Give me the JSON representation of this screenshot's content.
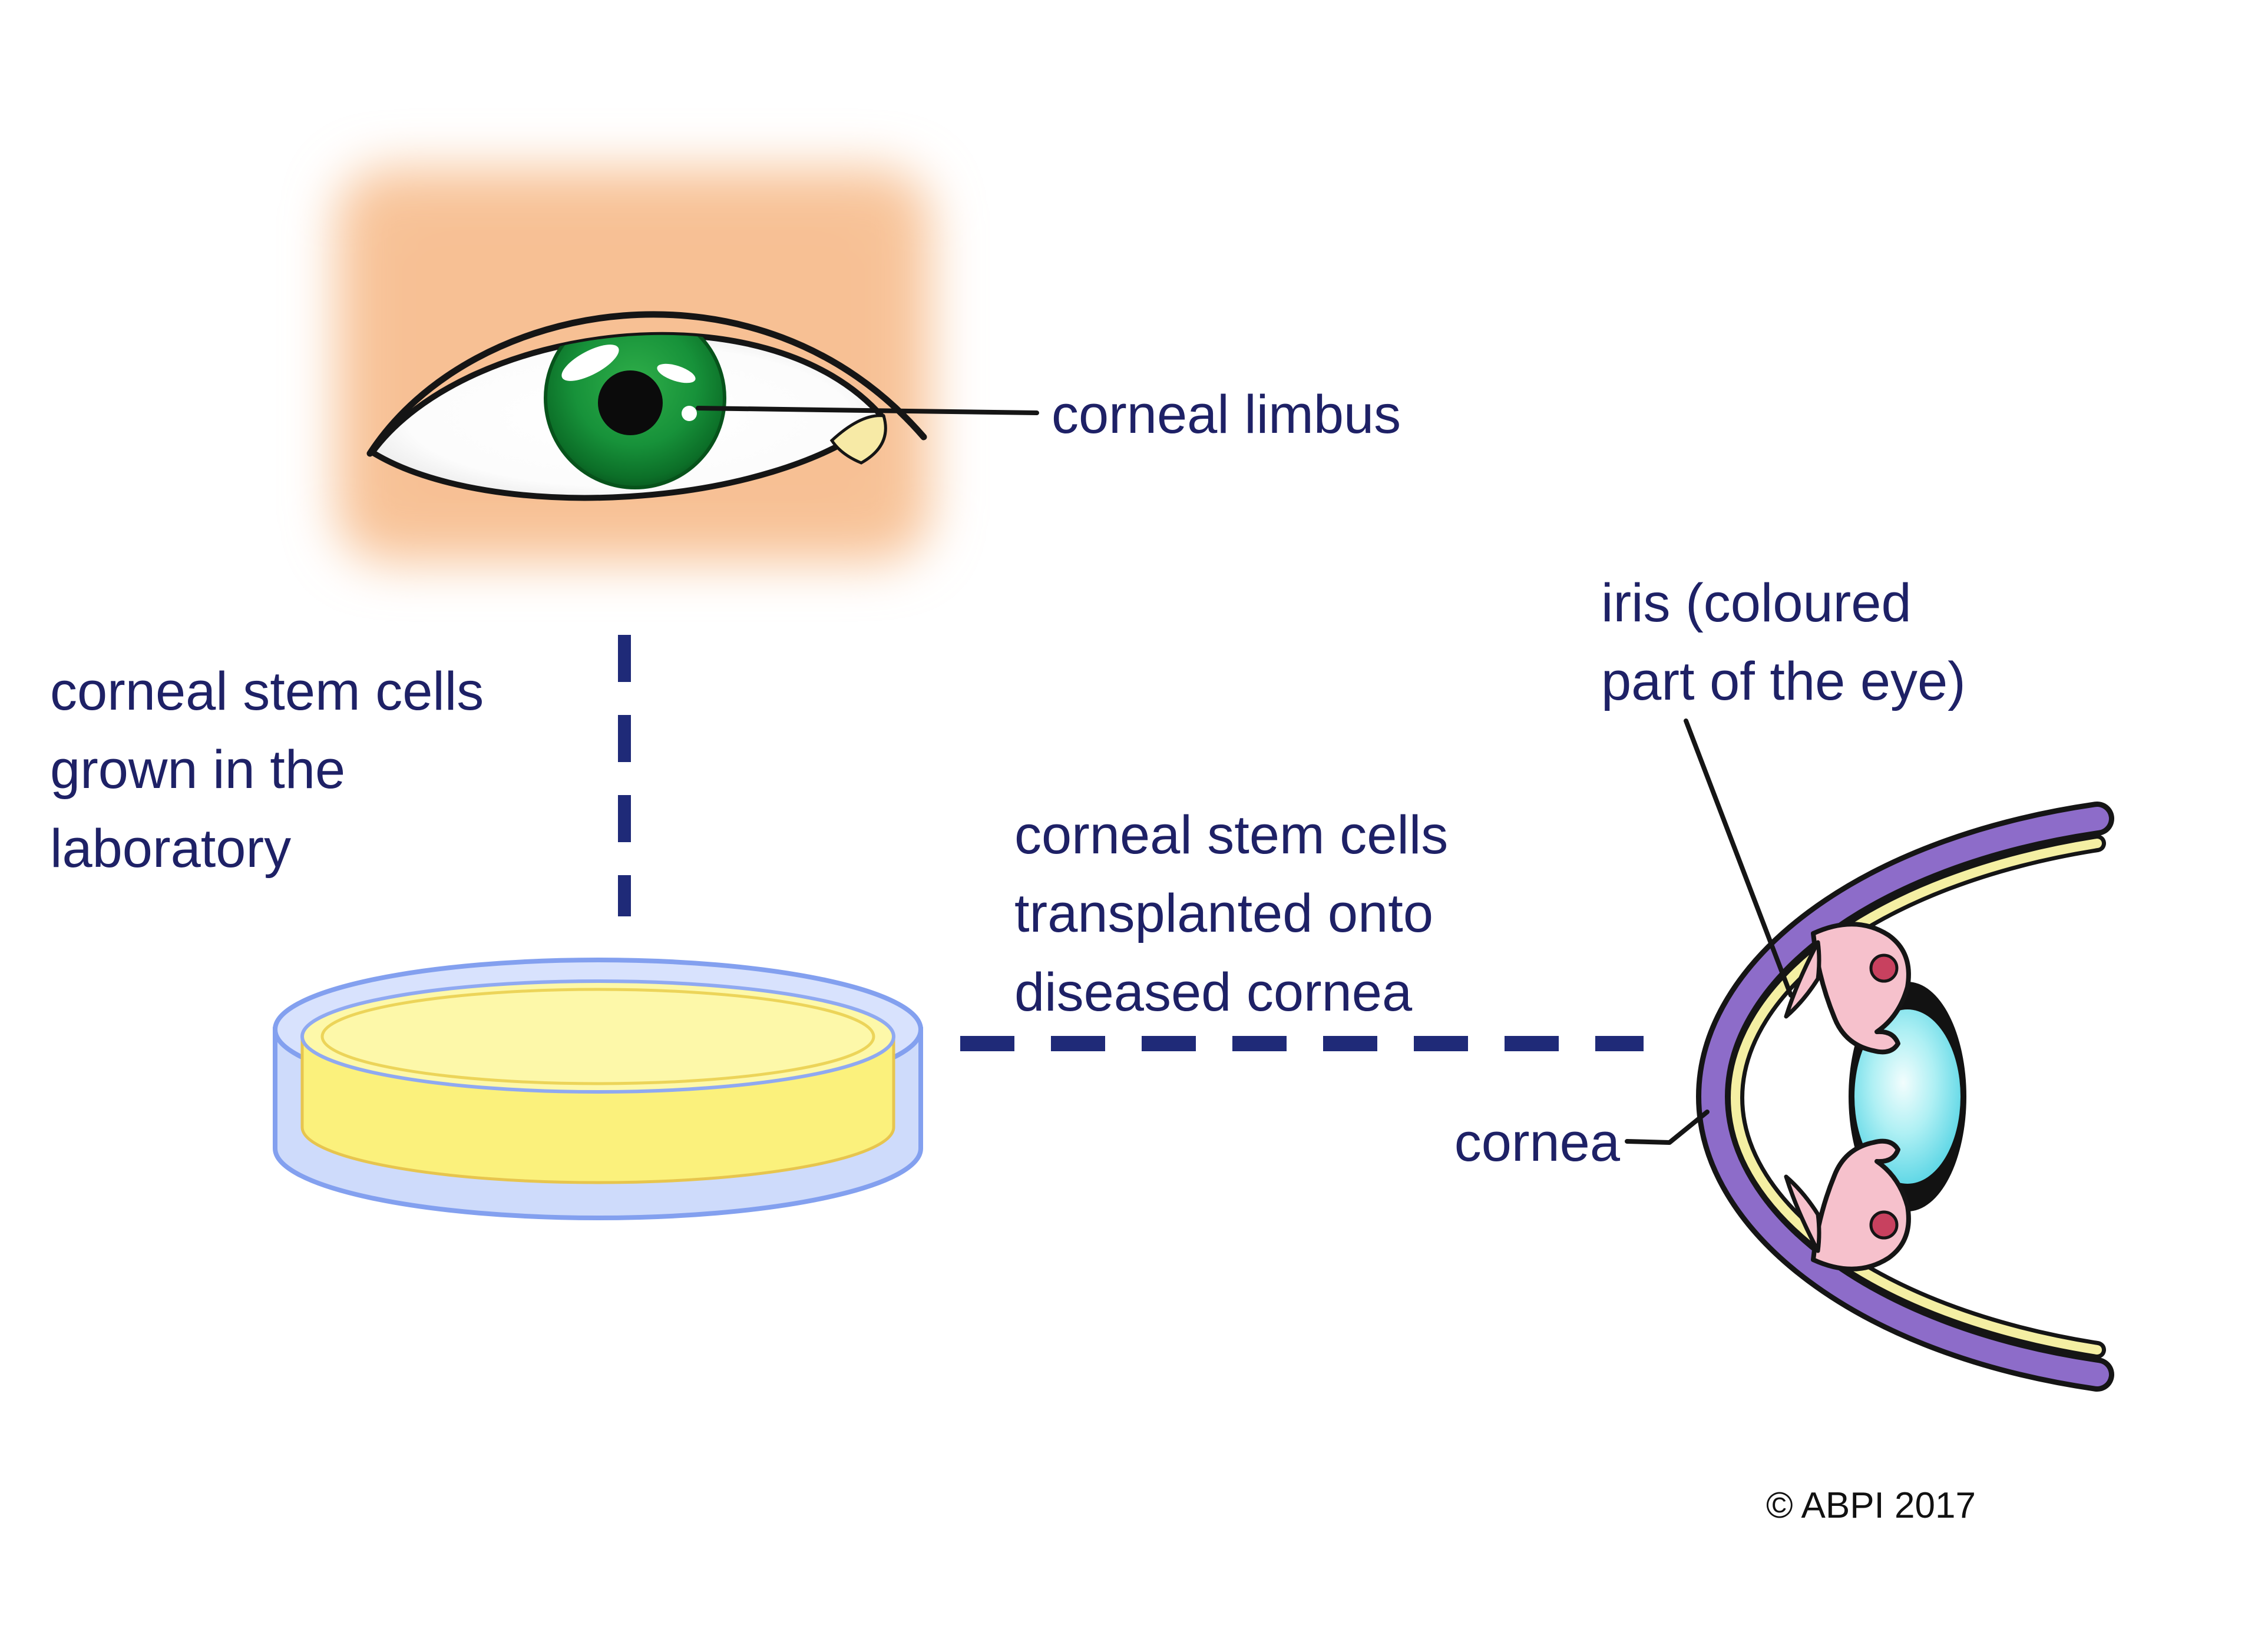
{
  "labels": {
    "corneal_limbus": "corneal limbus",
    "stem_cells_grown": "corneal stem cells\ngrown in the\nlaboratory",
    "stem_cells_transplanted": "corneal stem cells\ntransplanted onto\ndiseased cornea",
    "iris": "iris (coloured\npart of the eye)",
    "cornea": "cornea",
    "copyright": "© ABPI 2017"
  },
  "colors": {
    "label_text": "#1e2166",
    "dashed_connector": "#1f2a78",
    "skin_glow_peach": "#f8c49a",
    "iris_green": "#17923a",
    "petri_rim_blue": "#cedbfb",
    "petri_agar_yellow": "#fbf17c",
    "sclera_band_purple": "#8d6cc9",
    "choroid_band_yellow": "#f4efa3",
    "iris_tissue_pink": "#f6c1cc",
    "vessel_red": "#c8415f",
    "lens_cyan": "#7fe0ec"
  }
}
